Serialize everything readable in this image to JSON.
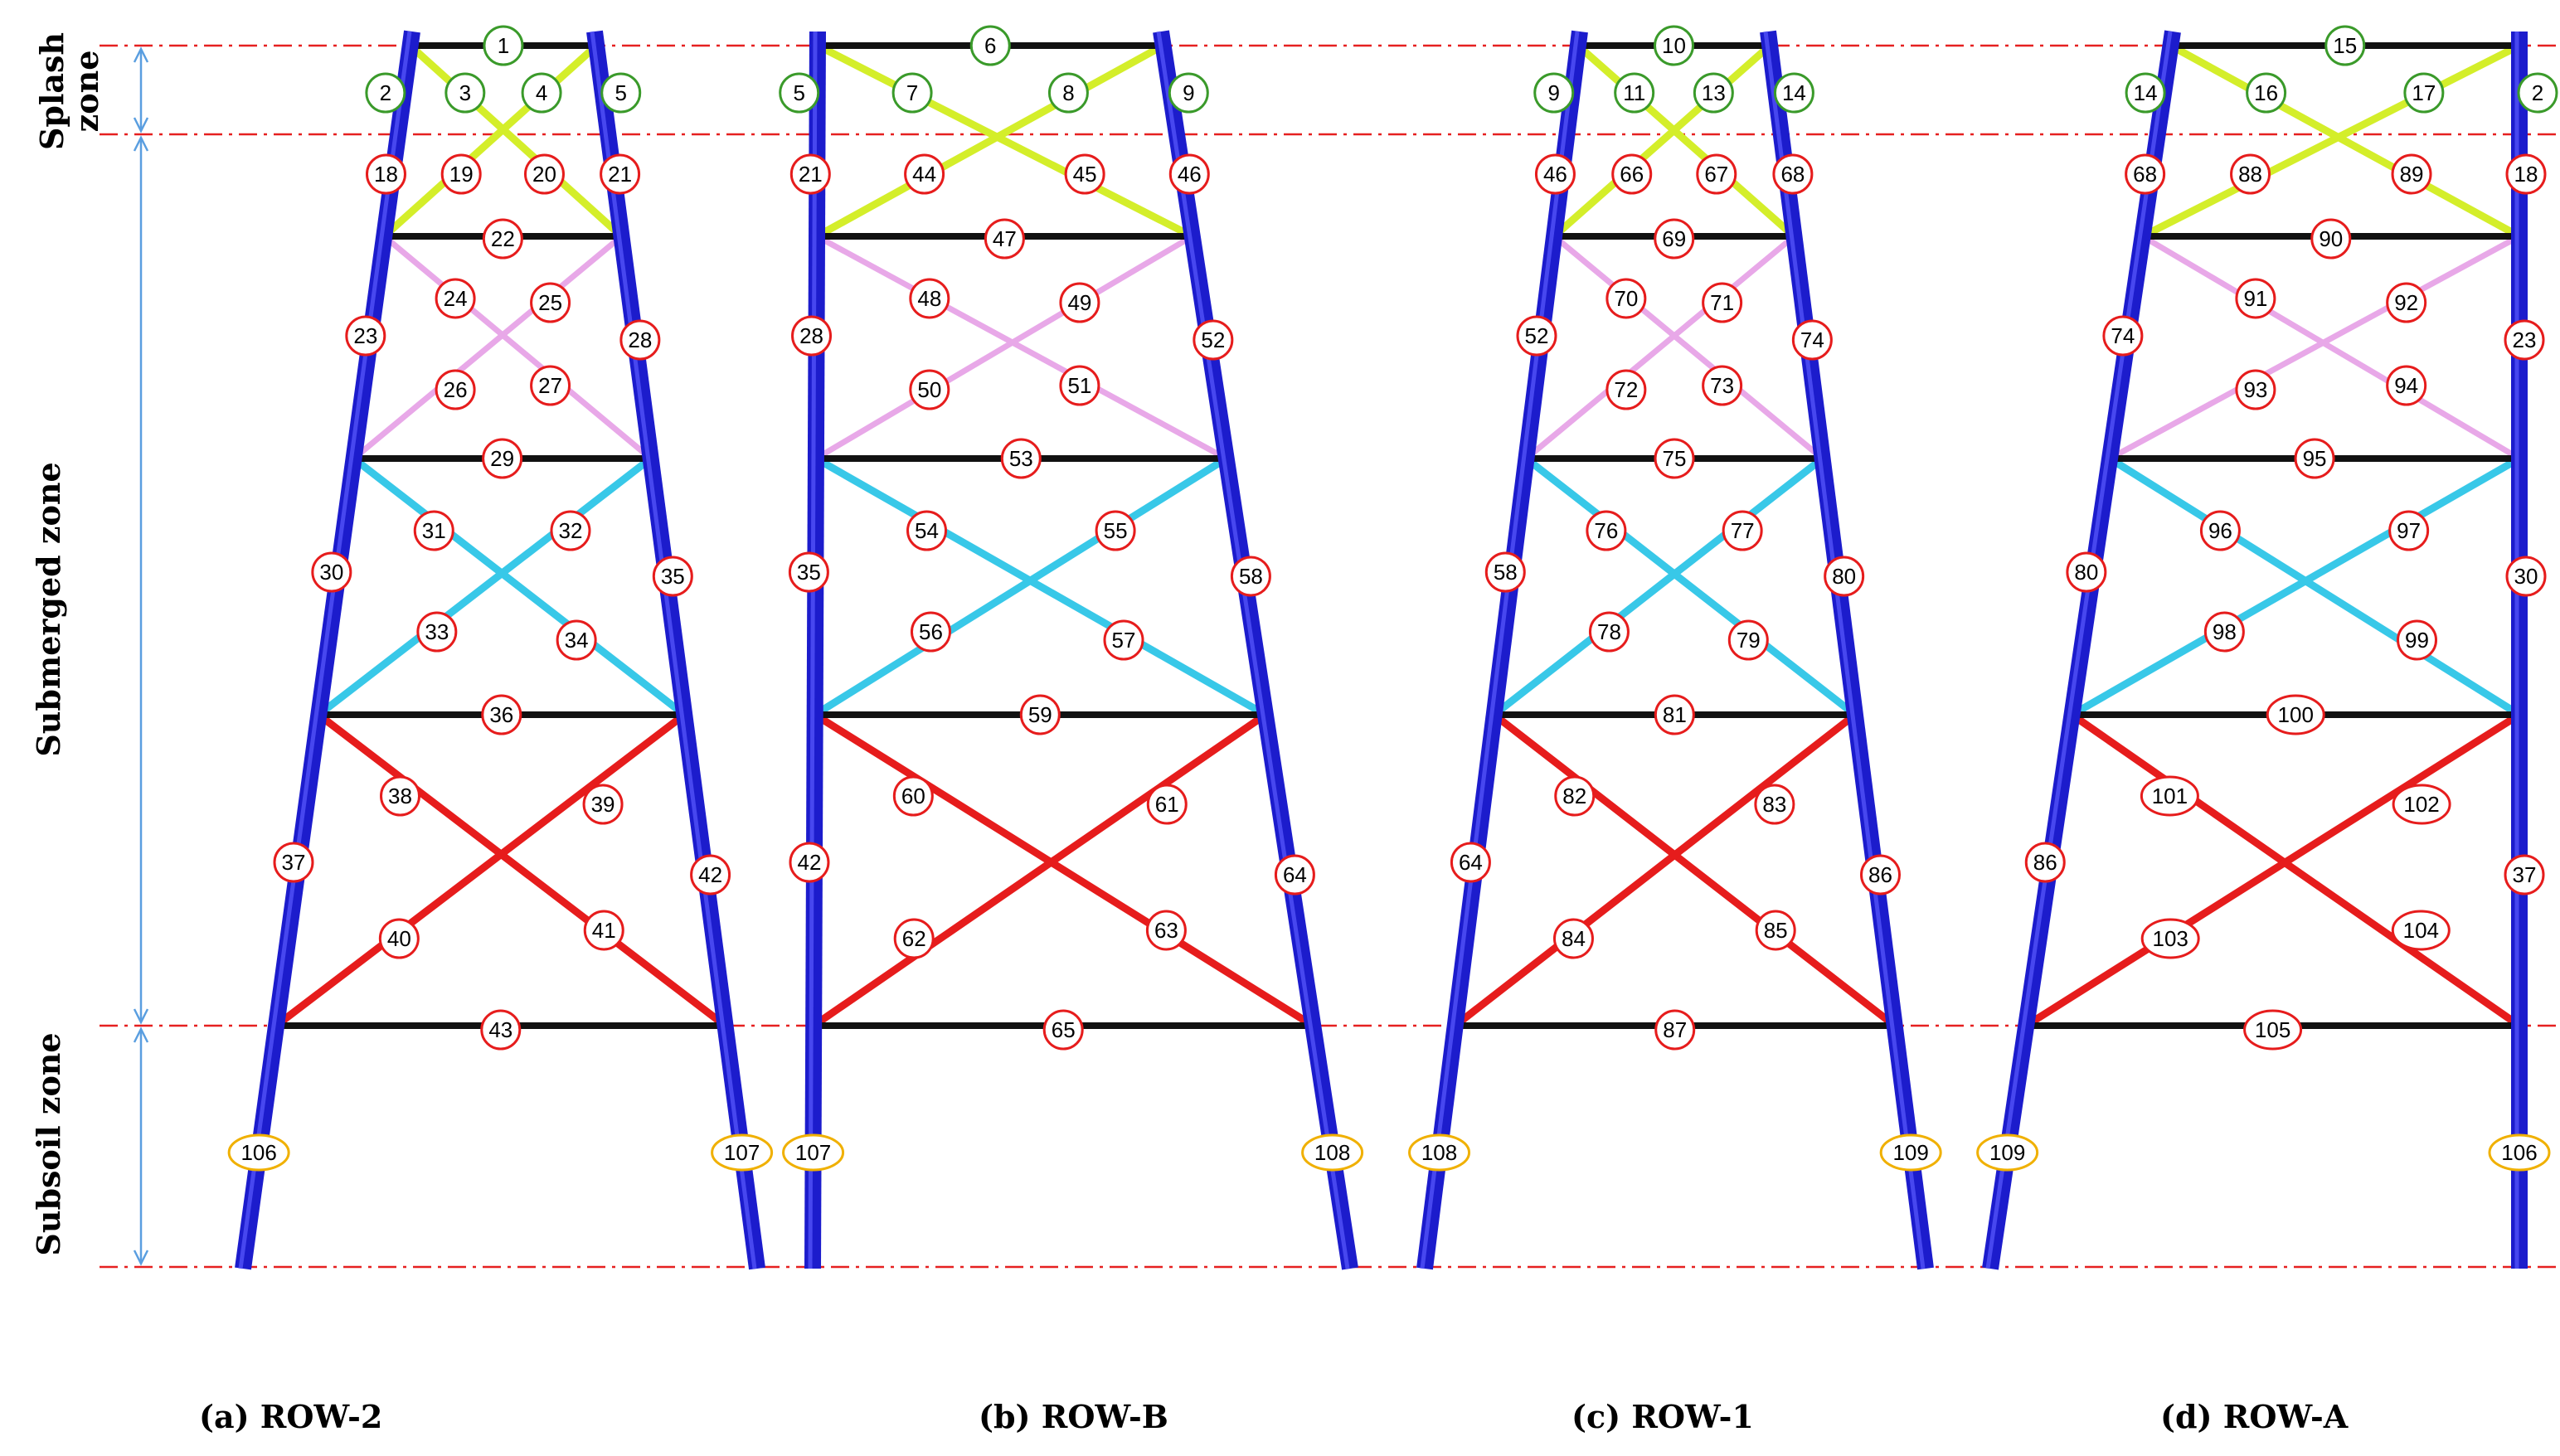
{
  "zones": {
    "splash_line1": "Splash",
    "splash_line2": "zone",
    "submerged": "Submerged zone",
    "subsoil": "Subsoil zone"
  },
  "captions": [
    "(a)  ROW-2",
    "(b) ROW-B",
    "(c) ROW-1",
    "(d) ROW-A"
  ],
  "colors": {
    "leg": "#1c1ccc",
    "splash_brace": "#d4ee2a",
    "upper_brace": "#e8a8e8",
    "middle_brace": "#38c8e8",
    "lower_brace": "#e61c1c",
    "horizontal": "#111111",
    "guide_line": "#e62020",
    "dimension_line": "#5a9ee0",
    "label_red": "#e61c1c",
    "label_green": "#3a9a2a",
    "label_orange": "#f0b000"
  },
  "frames": [
    {
      "id": "row-2",
      "labels": {
        "h_top": "1",
        "top_left": "2",
        "top_brace_left": "3",
        "top_brace_right": "4",
        "top_right": "5",
        "leg1_left": "18",
        "up_left": "19",
        "up_right": "20",
        "leg1_right": "21",
        "h1": "22",
        "b1_tl": "24",
        "b1_tr": "25",
        "leg2_left": "23",
        "leg2_right": "28",
        "b1_bl": "26",
        "b1_br": "27",
        "h2": "29",
        "b2_tl": "31",
        "b2_tr": "32",
        "leg3_left": "30",
        "leg3_right": "35",
        "b2_bl": "33",
        "b2_br": "34",
        "h3": "36",
        "b3_tl": "38",
        "b3_tr": "39",
        "leg4_left": "37",
        "leg4_right": "42",
        "b3_bl": "40",
        "b3_br": "41",
        "h4": "43",
        "pile_left": "106",
        "pile_right": "107"
      }
    },
    {
      "id": "row-b",
      "labels": {
        "h_top": "6",
        "top_left": "5",
        "top_brace_left": "7",
        "top_brace_right": "8",
        "top_right": "9",
        "leg1_left": "21",
        "up_left": "44",
        "up_right": "45",
        "leg1_right": "46",
        "h1": "47",
        "b1_tl": "48",
        "b1_tr": "49",
        "leg2_left": "28",
        "leg2_right": "52",
        "b1_bl": "50",
        "b1_br": "51",
        "h2": "53",
        "b2_tl": "54",
        "b2_tr": "55",
        "leg3_left": "35",
        "leg3_right": "58",
        "b2_bl": "56",
        "b2_br": "57",
        "h3": "59",
        "b3_tl": "60",
        "b3_tr": "61",
        "leg4_left": "42",
        "leg4_right": "64",
        "b3_bl": "62",
        "b3_br": "63",
        "h4": "65",
        "pile_left": "107",
        "pile_right": "108"
      }
    },
    {
      "id": "row-1",
      "labels": {
        "h_top": "10",
        "top_left": "9",
        "top_brace_left": "11",
        "top_brace_right": "13",
        "top_right": "14",
        "leg1_left": "46",
        "up_left": "66",
        "up_right": "67",
        "leg1_right": "68",
        "h1": "69",
        "b1_tl": "70",
        "b1_tr": "71",
        "leg2_left": "52",
        "leg2_right": "74",
        "b1_bl": "72",
        "b1_br": "73",
        "h2": "75",
        "b2_tl": "76",
        "b2_tr": "77",
        "leg3_left": "58",
        "leg3_right": "80",
        "b2_bl": "78",
        "b2_br": "79",
        "h3": "81",
        "b3_tl": "82",
        "b3_tr": "83",
        "leg4_left": "64",
        "leg4_right": "86",
        "b3_bl": "84",
        "b3_br": "85",
        "h4": "87",
        "pile_left": "108",
        "pile_right": "109"
      }
    },
    {
      "id": "row-a",
      "labels": {
        "h_top": "15",
        "top_left": "14",
        "top_brace_left": "16",
        "top_brace_right": "17",
        "top_right": "2",
        "leg1_left": "68",
        "up_left": "88",
        "up_right": "89",
        "leg1_right": "18",
        "h1": "90",
        "b1_tl": "91",
        "b1_tr": "92",
        "leg2_left": "74",
        "leg2_right": "23",
        "b1_bl": "93",
        "b1_br": "94",
        "h2": "95",
        "b2_tl": "96",
        "b2_tr": "97",
        "leg3_left": "80",
        "leg3_right": "30",
        "b2_bl": "98",
        "b2_br": "99",
        "h3": "100",
        "b3_tl": "101",
        "b3_tr": "102",
        "leg4_left": "86",
        "leg4_right": "37",
        "b3_bl": "103",
        "b3_br": "104",
        "h4": "105",
        "pile_left": "109",
        "pile_right": "106"
      }
    }
  ]
}
